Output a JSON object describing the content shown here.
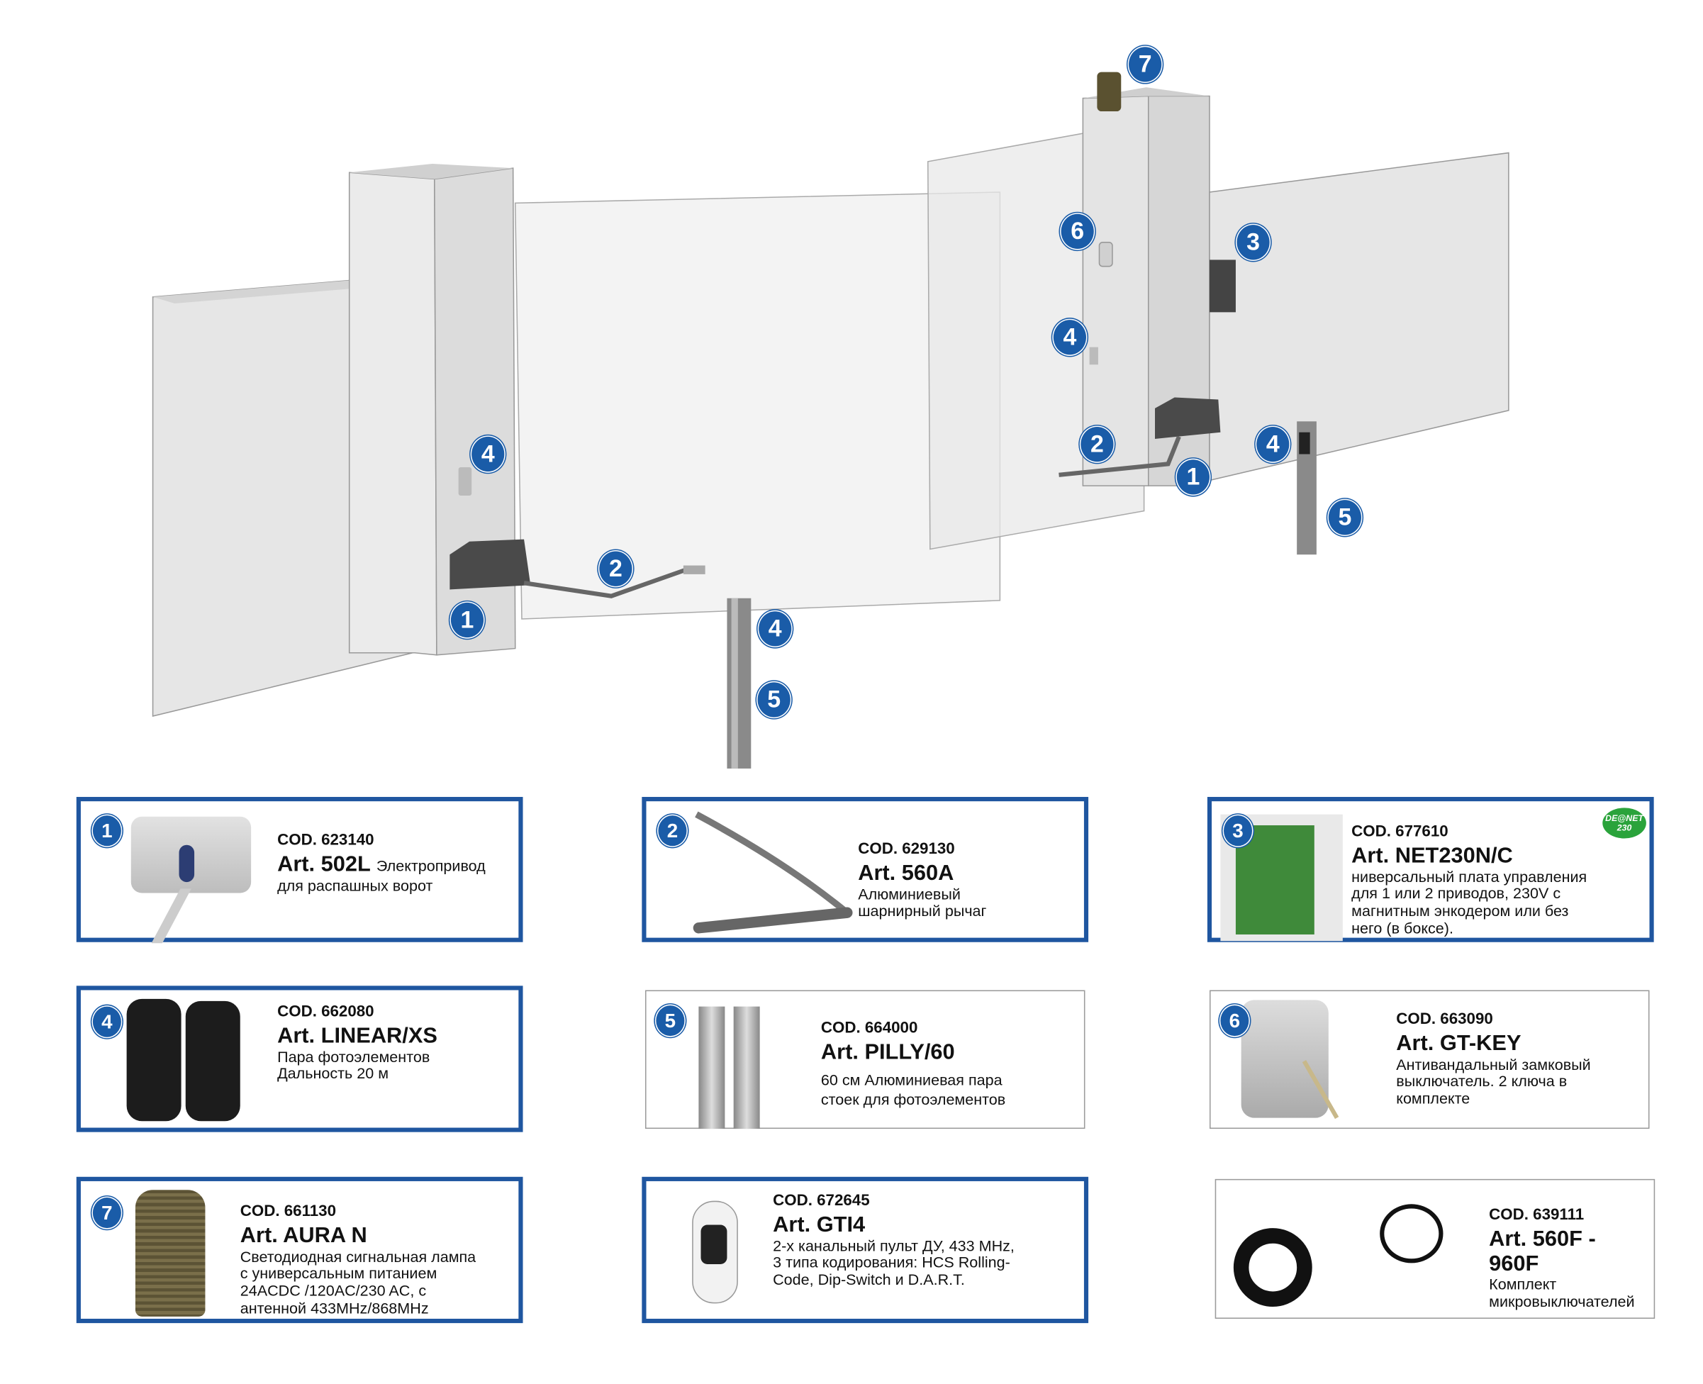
{
  "diagram_badges": [
    "7",
    "6",
    "3",
    "4",
    "2",
    "4",
    "1",
    "5",
    "4",
    "2",
    "1",
    "4",
    "5"
  ],
  "products": [
    {
      "num": "1",
      "cod": "COD. 623140",
      "art": "Art. 502L",
      "art_suffix": "Электропривод",
      "desc": [
        "для распашных ворот"
      ]
    },
    {
      "num": "2",
      "cod": "COD. 629130",
      "art": "Art. 560A",
      "desc": [
        "Алюминиевый",
        "шарнирный рычаг"
      ]
    },
    {
      "num": "3",
      "cod": "COD. 677610",
      "art": "Art. NET230N/C",
      "logo": "DE@NET 230",
      "desc": [
        "ниверсальный плата управления",
        "для 1 или 2 приводов, 230V с",
        "магнитным энкодером или без",
        "него (в боксе)."
      ]
    },
    {
      "num": "4",
      "cod": "COD. 662080",
      "art": "Art. LINEAR/XS",
      "desc": [
        "Пара фотоэлементов",
        "Дальность 20 м"
      ]
    },
    {
      "num": "5",
      "cod": "COD. 664000",
      "art": "Art. PILLY/60",
      "desc": [
        "60 см Алюминиевая пара",
        "стоек  для фотоэлементов"
      ]
    },
    {
      "num": "6",
      "cod": "COD. 663090",
      "art": "Art. GT-KEY",
      "desc": [
        "Антивандальный замковый",
        "выключатель. 2 ключа в",
        "комплекте"
      ]
    },
    {
      "num": "7",
      "cod": "COD. 661130",
      "art": "Art. AURA N",
      "desc": [
        "Светодиодная сигнальная лампа",
        "с универсальным питанием",
        "24ACDC /120AC/230 AC, с",
        "антенной 433MHz/868MHz"
      ]
    },
    {
      "cod": "COD. 672645",
      "art": "Art. GTI4",
      "desc": [
        "2-х канальный пульт ДУ, 433 MHz,",
        "3 типа кодирования: HCS Rolling-",
        "Code, Dip-Switch и D.A.R.T."
      ]
    },
    {
      "cod": "COD. 639111",
      "art": "Art. 560F -",
      "art2": "960F",
      "desc": [
        "Комплект",
        "микровыключателей"
      ]
    }
  ],
  "colors": {
    "badge": "#1a5ca8",
    "border": "#1f56a0"
  }
}
